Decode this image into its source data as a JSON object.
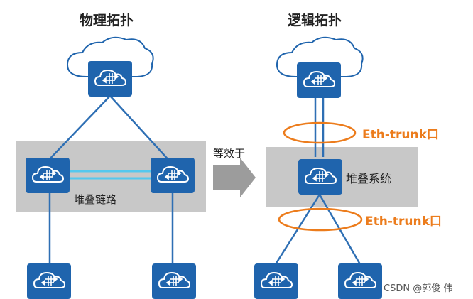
{
  "titles": {
    "physical": "物理拓扑",
    "logical": "逻辑拓扑"
  },
  "labels": {
    "stack_link": "堆叠链路",
    "equivalent": "等效于",
    "stack_system": "堆叠系统",
    "eth_trunk_top": "Eth-trunk口",
    "eth_trunk_bottom": "Eth-trunk口"
  },
  "watermark": {
    "csdn": "CSDN @郭俊 伟"
  },
  "colors": {
    "device_blue": "#1f64ad",
    "link_blue": "#2e6fb4",
    "stack_link_cyan": "#55c8ee",
    "eth_orange": "#ec7c1c",
    "group_gray": "#c8c8c8"
  },
  "icons": {
    "device": "switch-router-icon",
    "cloud": "cloud-icon"
  }
}
